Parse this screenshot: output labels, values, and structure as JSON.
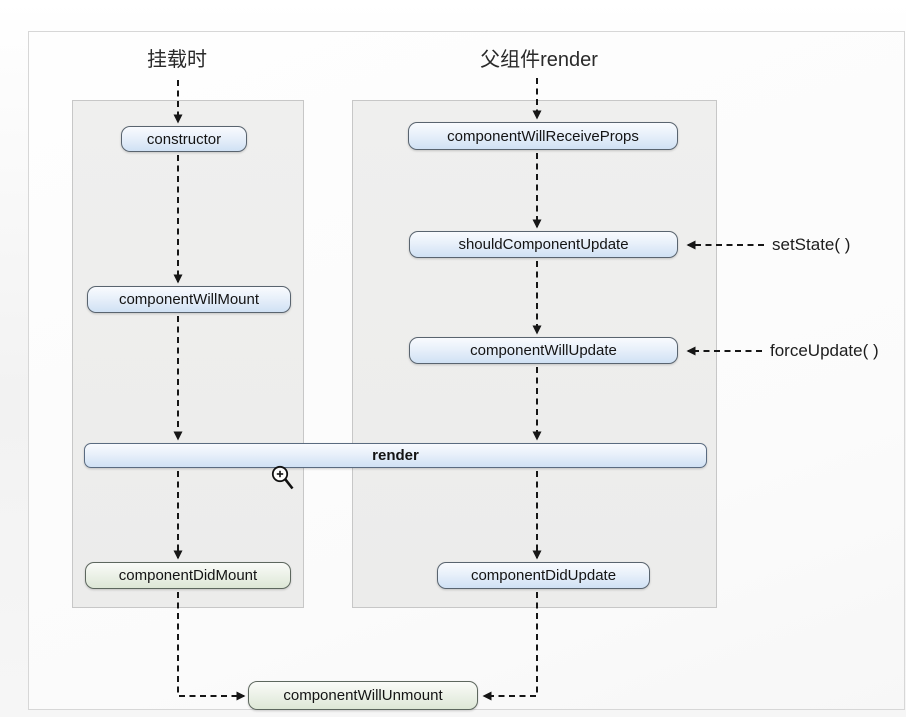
{
  "diagram": {
    "headings": {
      "mount": "挂载时",
      "parent_render": "父组件render"
    },
    "nodes": {
      "constructor": "constructor",
      "component_will_mount": "componentWillMount",
      "component_did_mount": "componentDidMount",
      "component_will_receive_props": "componentWillReceiveProps",
      "should_component_update": "shouldComponentUpdate",
      "component_will_update": "componentWillUpdate",
      "component_did_update": "componentDidUpdate",
      "render": "render",
      "component_will_unmount": "componentWillUnmount"
    },
    "annotations": {
      "set_state": "setState( )",
      "force_update": "forceUpdate( )"
    },
    "colors": {
      "node_blue_fill": "#d0e1f4",
      "node_green_fill": "#dde7d6",
      "node_border": "#59646f",
      "panel_fill": "#ececeb",
      "panel_border": "#c7c7c7",
      "arrow": "#161616"
    },
    "cursor_icon": "zoom-in-cursor"
  }
}
